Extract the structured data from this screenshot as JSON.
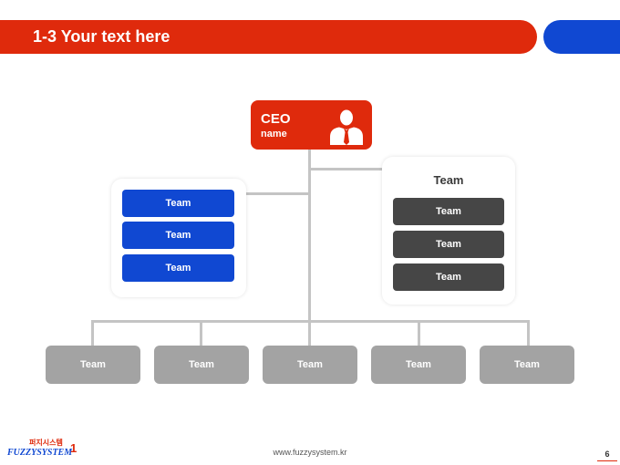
{
  "header": {
    "title": "1-3 Your text here",
    "colors": {
      "primary_red": "#df2a0c",
      "accent_blue": "#1048d2"
    }
  },
  "ceo": {
    "title": "CEO",
    "name": "name",
    "icon": "person-with-tie-icon"
  },
  "left_group": {
    "items": [
      "Team",
      "Team",
      "Team"
    ],
    "color": "#1048d2"
  },
  "right_group": {
    "title": "Team",
    "items": [
      "Team",
      "Team",
      "Team"
    ],
    "color": "#464646"
  },
  "bottom_row": {
    "items": [
      "Team",
      "Team",
      "Team",
      "Team",
      "Team"
    ],
    "color": "#a3a3a3"
  },
  "footer": {
    "logo_korean": "퍼지시스템",
    "logo_english": "FUZZYSYSTEM",
    "url": "www.fuzzysystem.kr",
    "page_number": "6"
  }
}
